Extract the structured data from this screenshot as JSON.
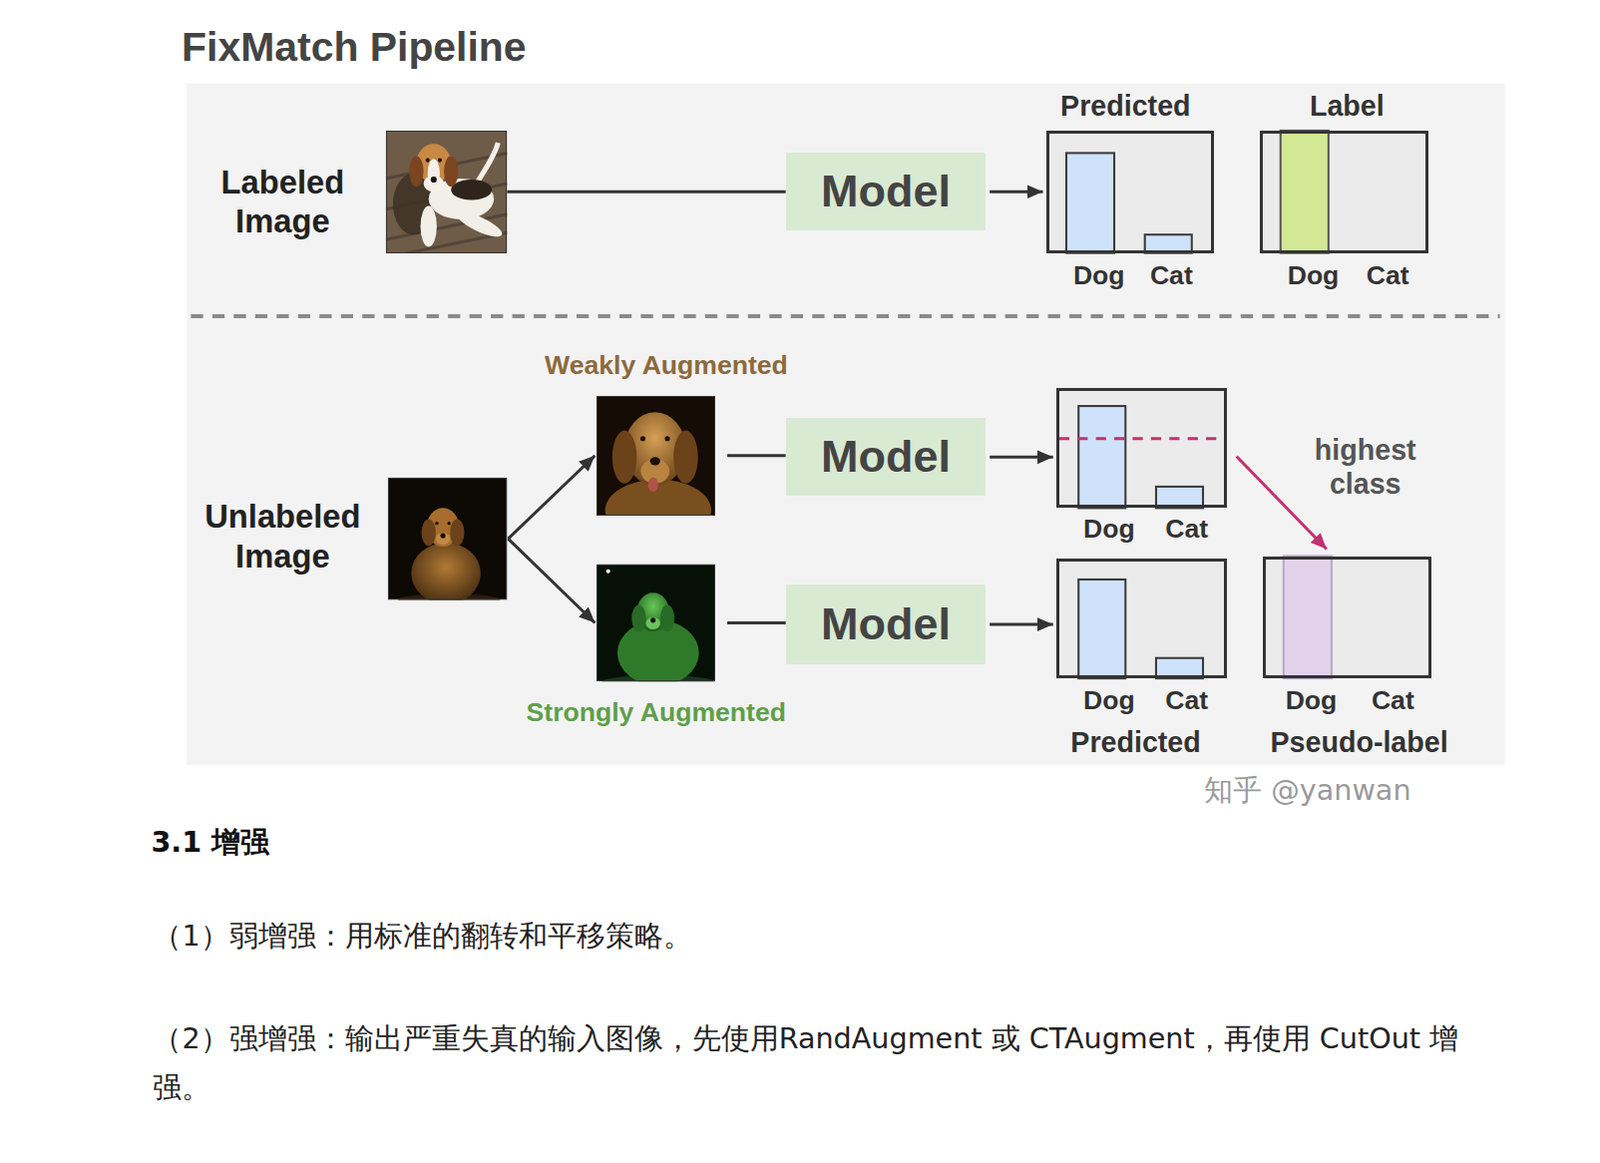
{
  "diagram": {
    "title": "FixMatch Pipeline",
    "nodes": [
      {
        "text": [
          "Labeled Image"
        ]
      },
      {
        "text": [
          "Model"
        ]
      },
      {
        "text": [
          "Predicted",
          "Dog",
          "Cat"
        ]
      },
      {
        "text": [
          "Label",
          "Dog",
          "Cat"
        ]
      },
      {
        "text": [
          "Unlabeled Image"
        ]
      },
      {
        "text": [
          "Weakly Augmented"
        ]
      },
      {
        "text": [
          "Model"
        ]
      },
      {
        "text": [
          "Dog",
          "Cat"
        ]
      },
      {
        "text": [
          "Strongly Augmented"
        ]
      },
      {
        "text": [
          "Model"
        ]
      },
      {
        "text": [
          "Dog",
          "Cat",
          "Predicted"
        ]
      },
      {
        "text": [
          "Dog",
          "Cat",
          "Pseudo-label"
        ]
      }
    ],
    "edges": [
      {
        "from": 0,
        "to": 1,
        "arrow": "none"
      },
      {
        "from": 1,
        "to": 2,
        "arrow": "to"
      },
      {
        "from": 4,
        "to": 5,
        "arrow": "to"
      },
      {
        "from": 4,
        "to": 8,
        "arrow": "to"
      },
      {
        "from": 5,
        "to": 6,
        "arrow": "none"
      },
      {
        "from": 6,
        "to": 7,
        "arrow": "to"
      },
      {
        "from": 8,
        "to": 9,
        "arrow": "none"
      },
      {
        "from": 9,
        "to": 10,
        "arrow": "to"
      },
      {
        "from": 7,
        "to": 11,
        "label": "highest class",
        "arrow": "to"
      }
    ],
    "labels": [
      "知乎 @yanwan",
      "3.1 增强",
      "（1）弱增强：用标准的翻转和平移策略。",
      "（2）强增强：输出严重失真的输入图像，先使用RandAugment 或 CTAugment，再使用 CutOut 增强。"
    ]
  }
}
